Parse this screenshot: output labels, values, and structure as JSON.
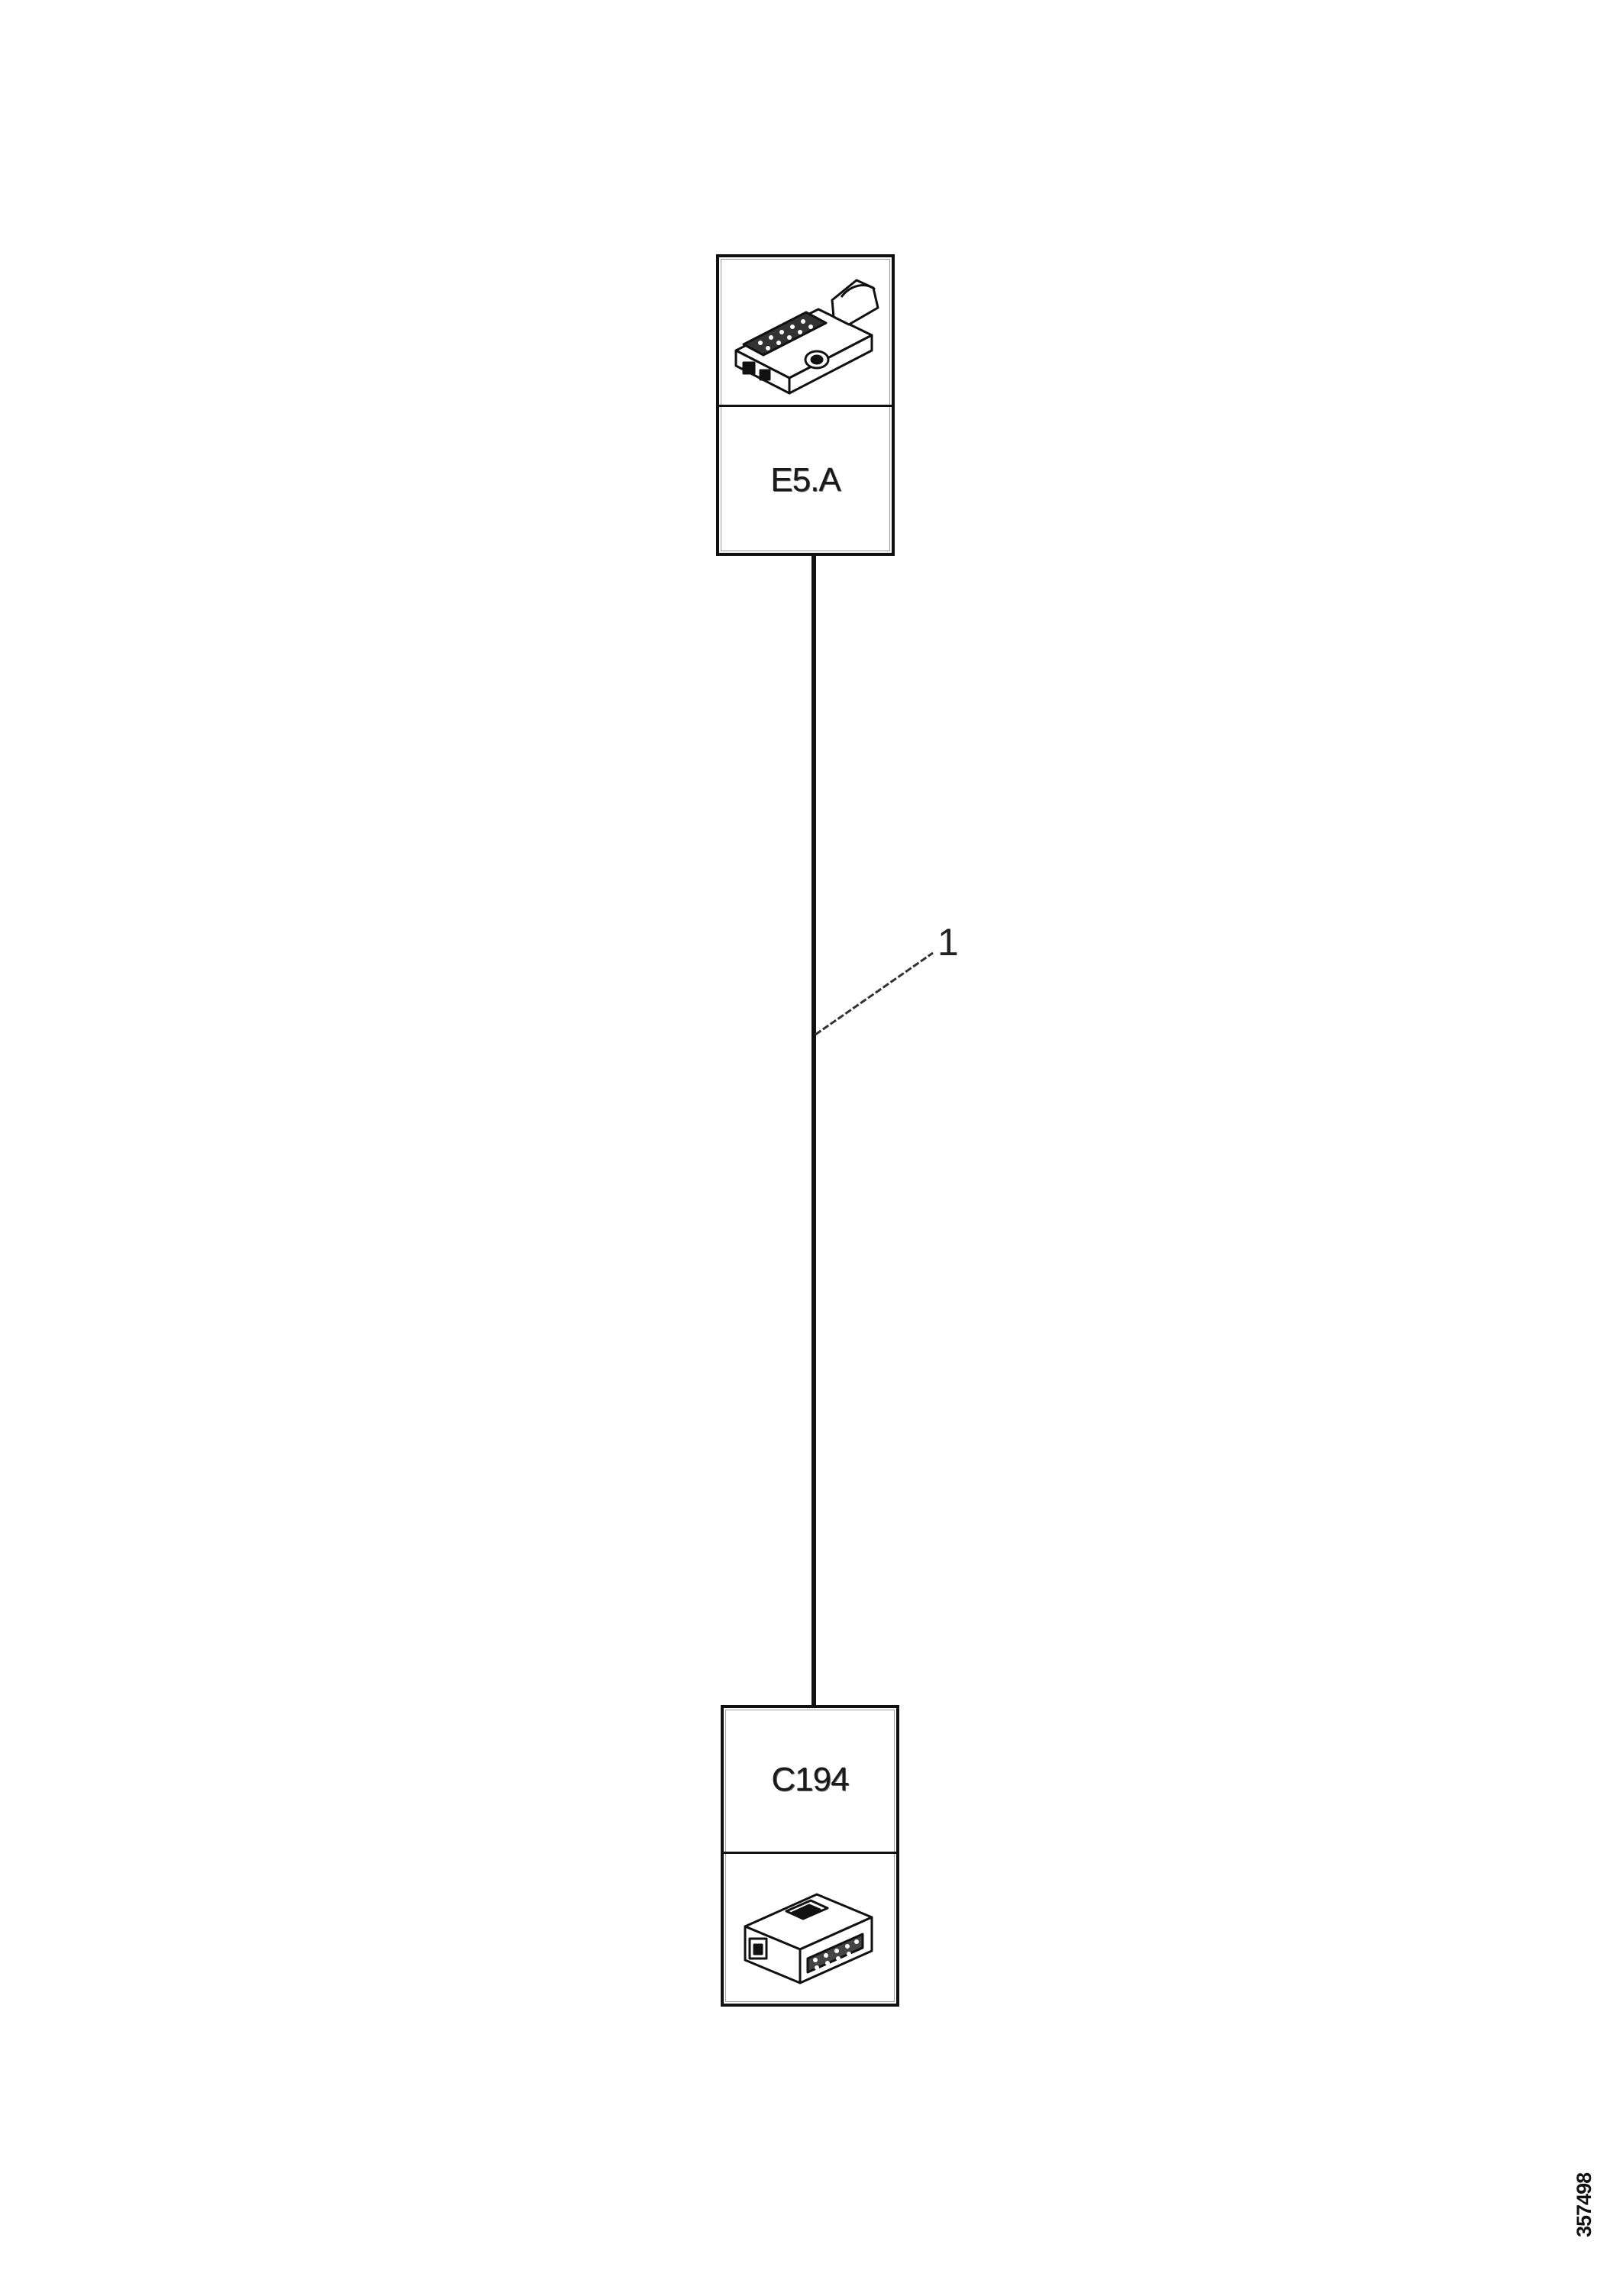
{
  "connectors": {
    "top": {
      "label": "E5.A",
      "icon": "ecu-connector-icon"
    },
    "bottom": {
      "label": "C194",
      "icon": "plug-connector-icon"
    }
  },
  "wire": {
    "callout": "1"
  },
  "figure_id": "357498"
}
